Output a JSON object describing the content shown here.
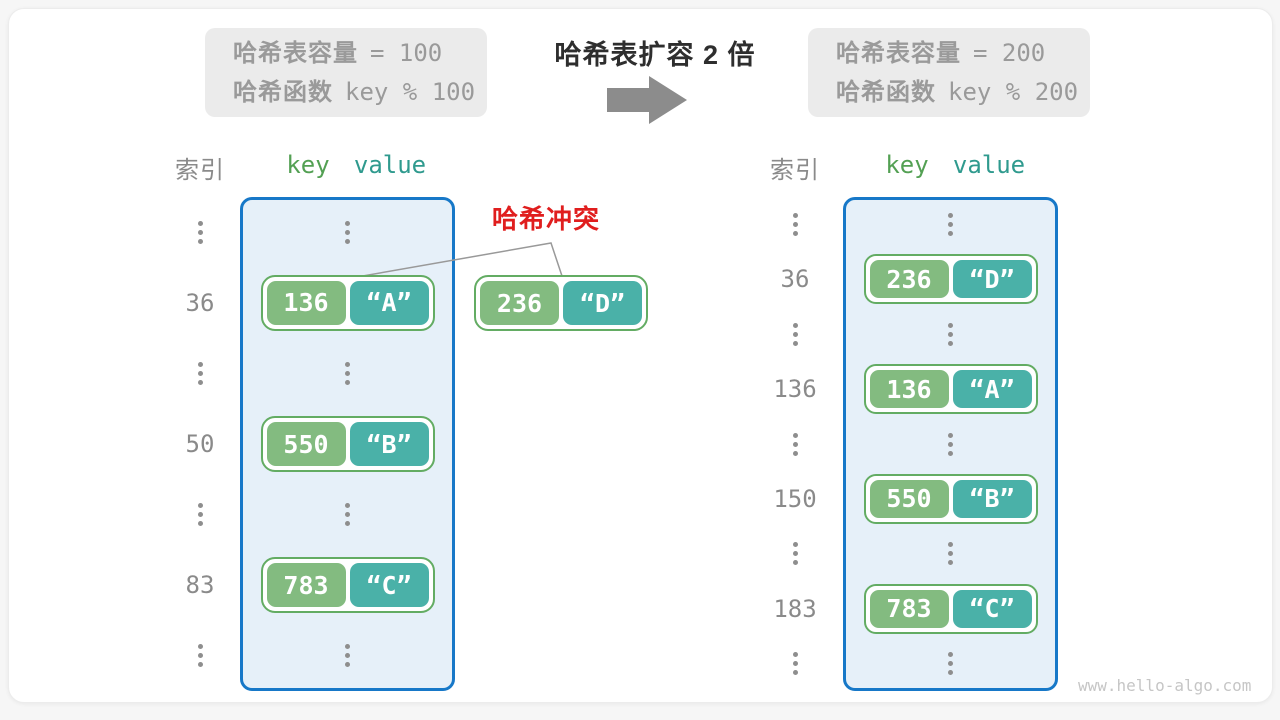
{
  "page": {
    "watermark": "www.hello-algo.com"
  },
  "colors": {
    "container_border": "#1778c8",
    "container_fill": "#e6f0f9",
    "pair_border": "#63ac63",
    "key_fill": "#83bb80",
    "value_fill": "#4ab1a8",
    "collision_red": "#e01e1e",
    "arrow_gray": "#8c8c8c",
    "gray_text": "#9a9a9a"
  },
  "top": {
    "before_box": {
      "line1_label": "哈希表容量",
      "line1_value": "= 100",
      "line2_label": "哈希函数",
      "line2_value": "key % 100"
    },
    "title": "哈希表扩容 2 倍",
    "after_box": {
      "line1_label": "哈希表容量",
      "line1_value": "= 200",
      "line2_label": "哈希函数",
      "line2_value": "key % 200"
    }
  },
  "collision": {
    "label": "哈希冲突",
    "pair": {
      "key": "236",
      "value": "“D”"
    }
  },
  "tables": {
    "before": {
      "index_header": "索引",
      "key_header": "key",
      "value_header": "value",
      "rows": [
        {
          "type": "dots"
        },
        {
          "type": "pair",
          "index": "36",
          "key": "136",
          "value": "“A”"
        },
        {
          "type": "dots"
        },
        {
          "type": "pair",
          "index": "50",
          "key": "550",
          "value": "“B”"
        },
        {
          "type": "dots"
        },
        {
          "type": "pair",
          "index": "83",
          "key": "783",
          "value": "“C”"
        },
        {
          "type": "dots"
        }
      ]
    },
    "after": {
      "index_header": "索引",
      "key_header": "key",
      "value_header": "value",
      "rows": [
        {
          "type": "dots"
        },
        {
          "type": "pair",
          "index": "36",
          "key": "236",
          "value": "“D”"
        },
        {
          "type": "dots"
        },
        {
          "type": "pair",
          "index": "136",
          "key": "136",
          "value": "“A”"
        },
        {
          "type": "dots"
        },
        {
          "type": "pair",
          "index": "150",
          "key": "550",
          "value": "“B”"
        },
        {
          "type": "dots"
        },
        {
          "type": "pair",
          "index": "183",
          "key": "783",
          "value": "“C”"
        },
        {
          "type": "dots"
        }
      ]
    }
  }
}
